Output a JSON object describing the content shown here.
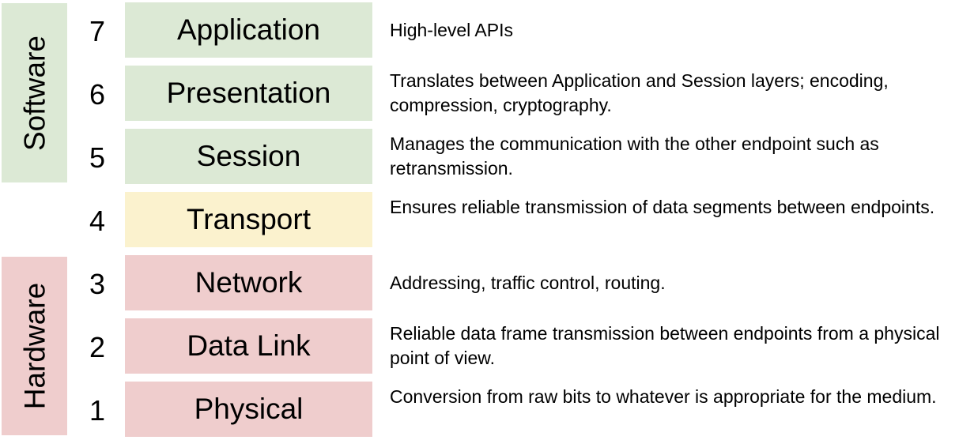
{
  "groups": {
    "software": "Software",
    "hardware": "Hardware"
  },
  "layers": [
    {
      "number": "7",
      "name": "Application",
      "description": "High-level APIs",
      "group": "software"
    },
    {
      "number": "6",
      "name": "Presentation",
      "description": "Translates between Application and Session layers; encoding, compression, cryptography.",
      "group": "software"
    },
    {
      "number": "5",
      "name": "Session",
      "description": "Manages the communication with the other endpoint such as retransmission.",
      "group": "software"
    },
    {
      "number": "4",
      "name": "Transport",
      "description": "Ensures reliable transmission of data segments between endpoints.",
      "group": "transport"
    },
    {
      "number": "3",
      "name": "Network",
      "description": "Addressing, traffic control, routing.",
      "group": "hardware"
    },
    {
      "number": "2",
      "name": "Data Link",
      "description": "Reliable data frame transmission between endpoints from a physical point of view.",
      "group": "hardware"
    },
    {
      "number": "1",
      "name": "Physical",
      "description": "Conversion from raw bits to whatever is appropriate for the medium.",
      "group": "hardware"
    }
  ],
  "colors": {
    "software": "#dce9d5",
    "transport": "#fbf2ce",
    "hardware": "#efcdcd"
  }
}
